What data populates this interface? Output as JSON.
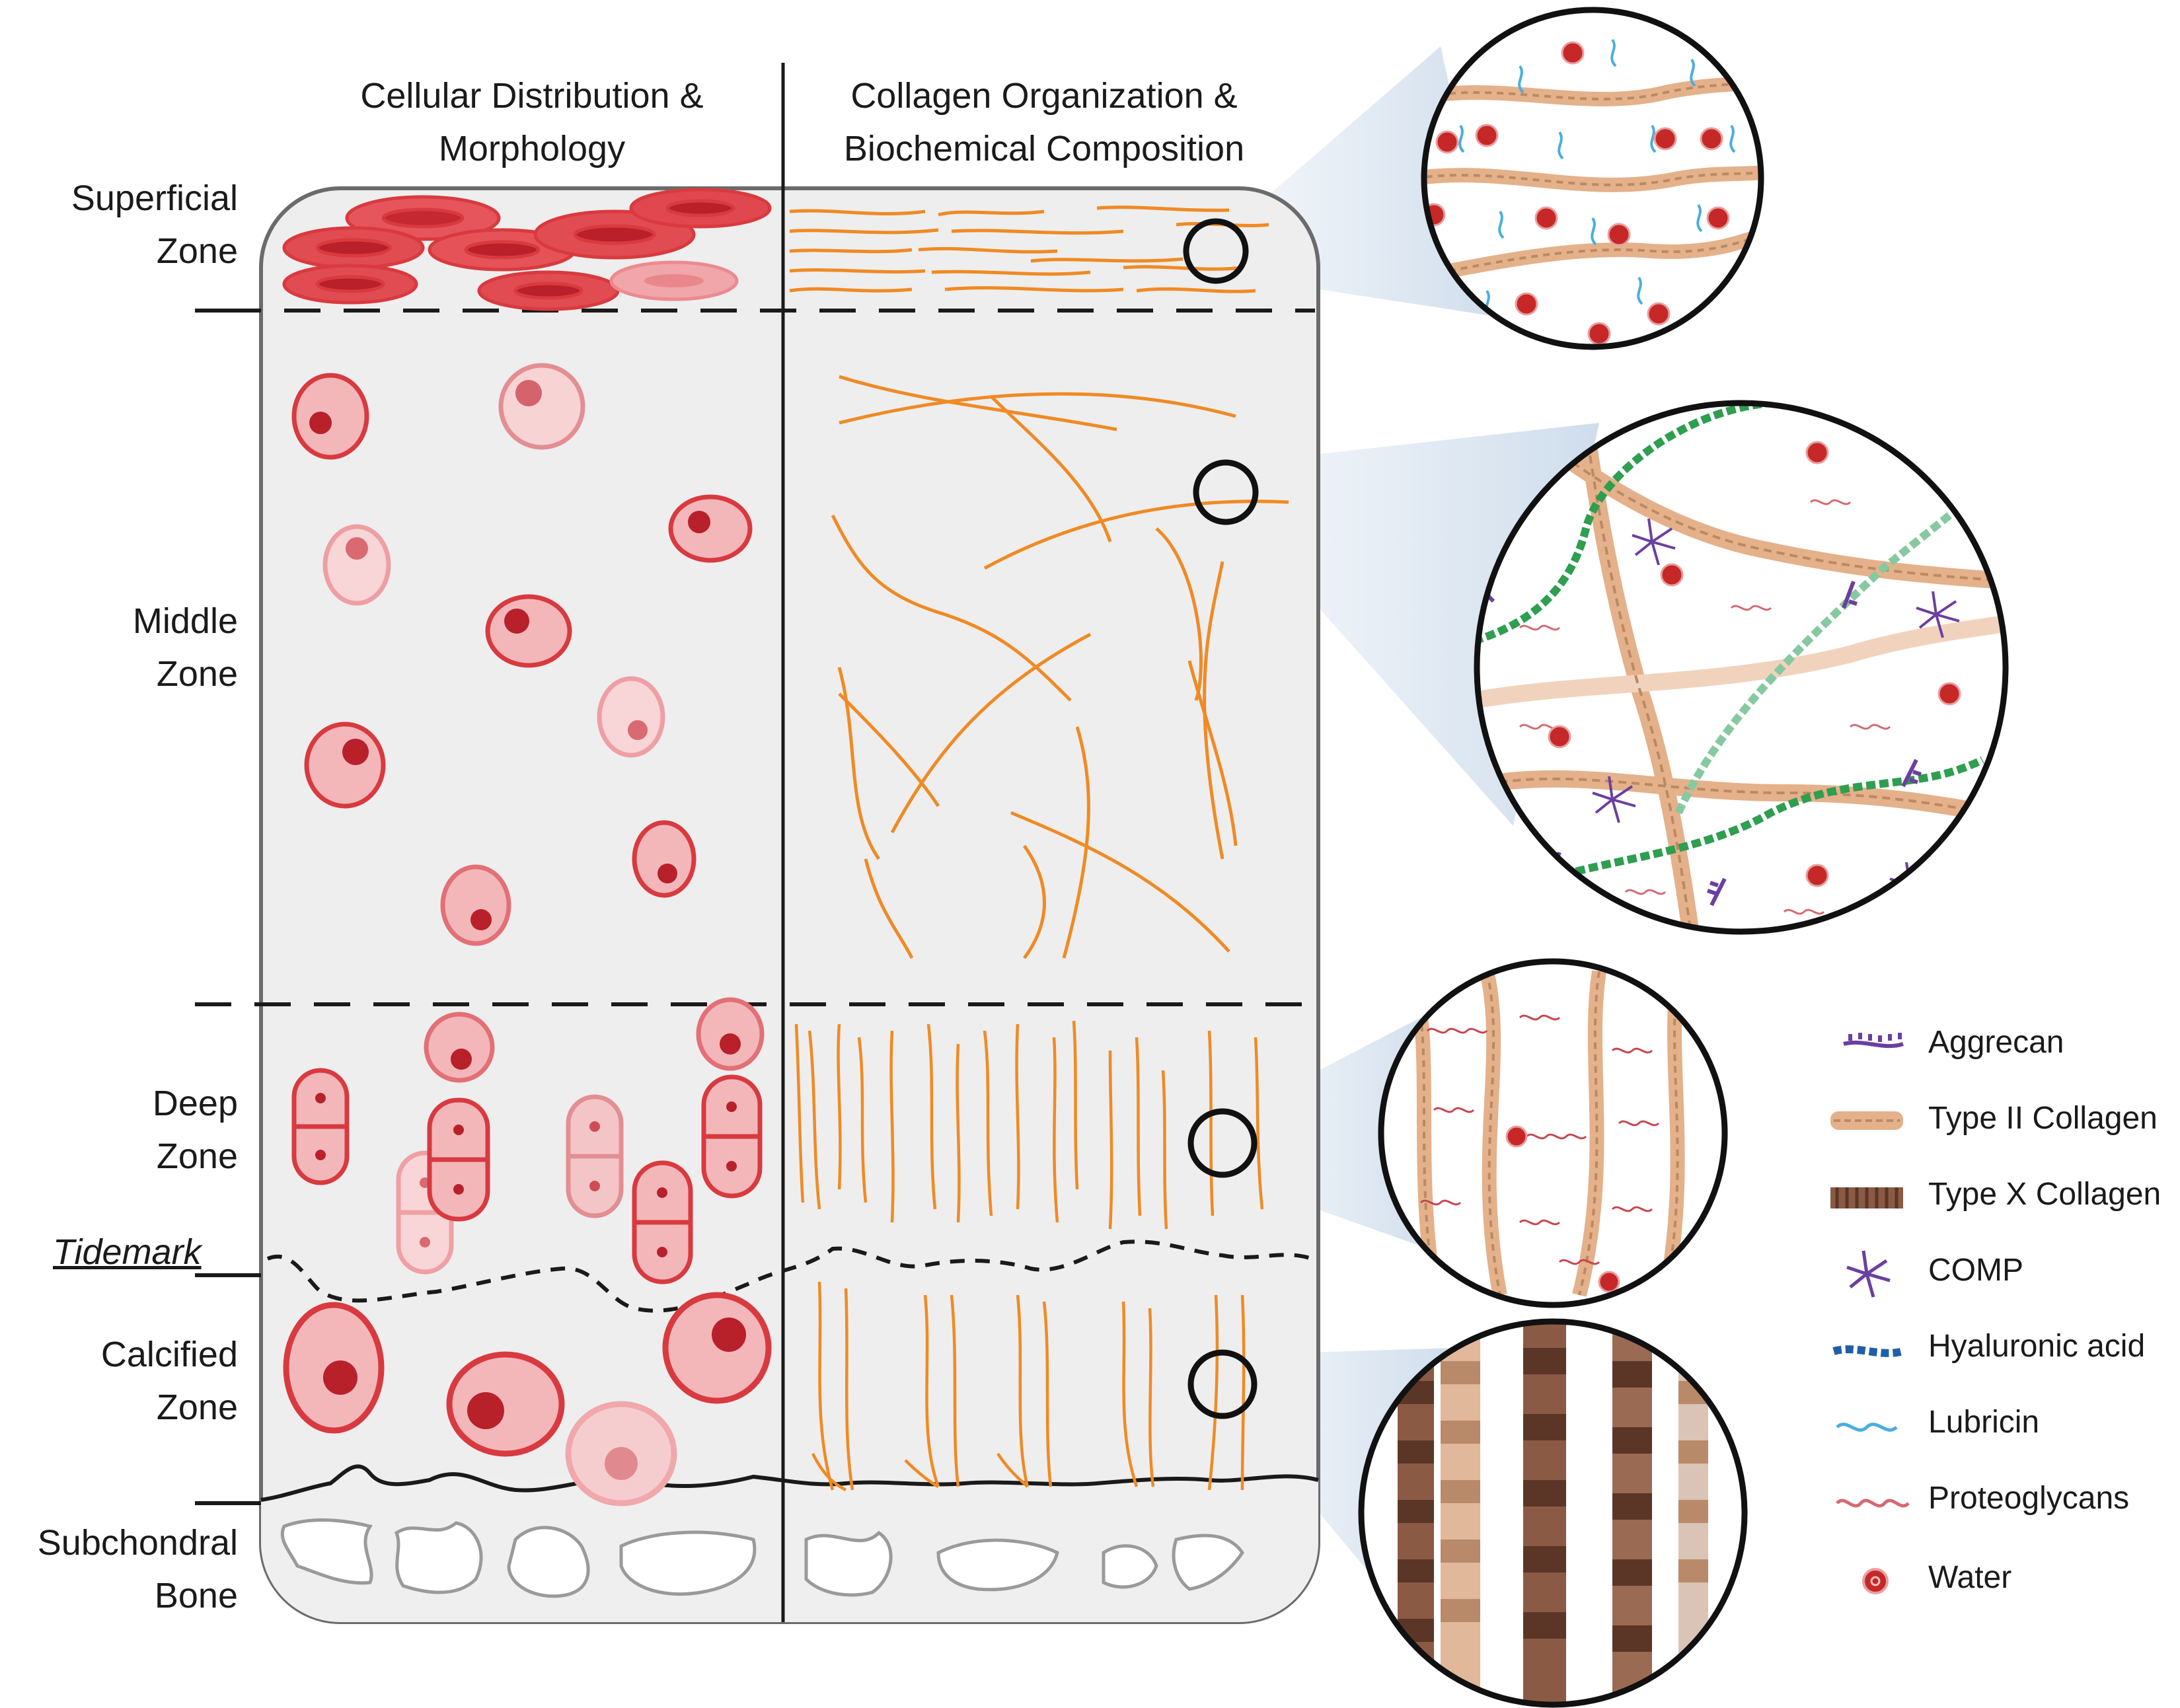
{
  "headers": {
    "cellular_line1": "Cellular Distribution &",
    "cellular_line2": "Morphology",
    "collagen_line1": "Collagen Organization &",
    "collagen_line2": "Biochemical Composition"
  },
  "zones": {
    "superficial_line1": "Superficial",
    "superficial_line2": "Zone",
    "middle_line1": "Middle",
    "middle_line2": "Zone",
    "deep_line1": "Deep",
    "deep_line2": "Zone",
    "tidemark": "Tidemark",
    "calcified_line1": "Calcified",
    "calcified_line2": "Zone",
    "subchondral_line1": "Subchondral",
    "subchondral_line2": "Bone"
  },
  "legend": [
    {
      "label": "Aggrecan",
      "icon": "aggrecan-icon"
    },
    {
      "label": "Type II Collagen",
      "icon": "type-ii-collagen-icon"
    },
    {
      "label": "Type X Collagen",
      "icon": "type-x-collagen-icon"
    },
    {
      "label": "COMP",
      "icon": "comp-icon"
    },
    {
      "label": "Hyaluronic acid",
      "icon": "hyaluronic-acid-icon"
    },
    {
      "label": "Lubricin",
      "icon": "lubricin-icon"
    },
    {
      "label": "Proteoglycans",
      "icon": "proteoglycans-icon"
    },
    {
      "label": "Water",
      "icon": "water-icon"
    }
  ],
  "colors": {
    "cell_dark": "#d83a3f",
    "cell_light": "#f2a3a6",
    "nucleus": "#b8202a",
    "collagen_fiber": "#f08a24",
    "type_ii_collagen": "#e7b58d",
    "type_x_collagen": "#8a5a44",
    "hyaluronic_green": "#2e9e4f",
    "hyaluronic_blue": "#1f5fa8",
    "aggrecan_purple": "#6b3fa0",
    "lubricin_blue": "#4aaee0",
    "water_red": "#c62828",
    "tissue_bg": "#eeeeee"
  }
}
